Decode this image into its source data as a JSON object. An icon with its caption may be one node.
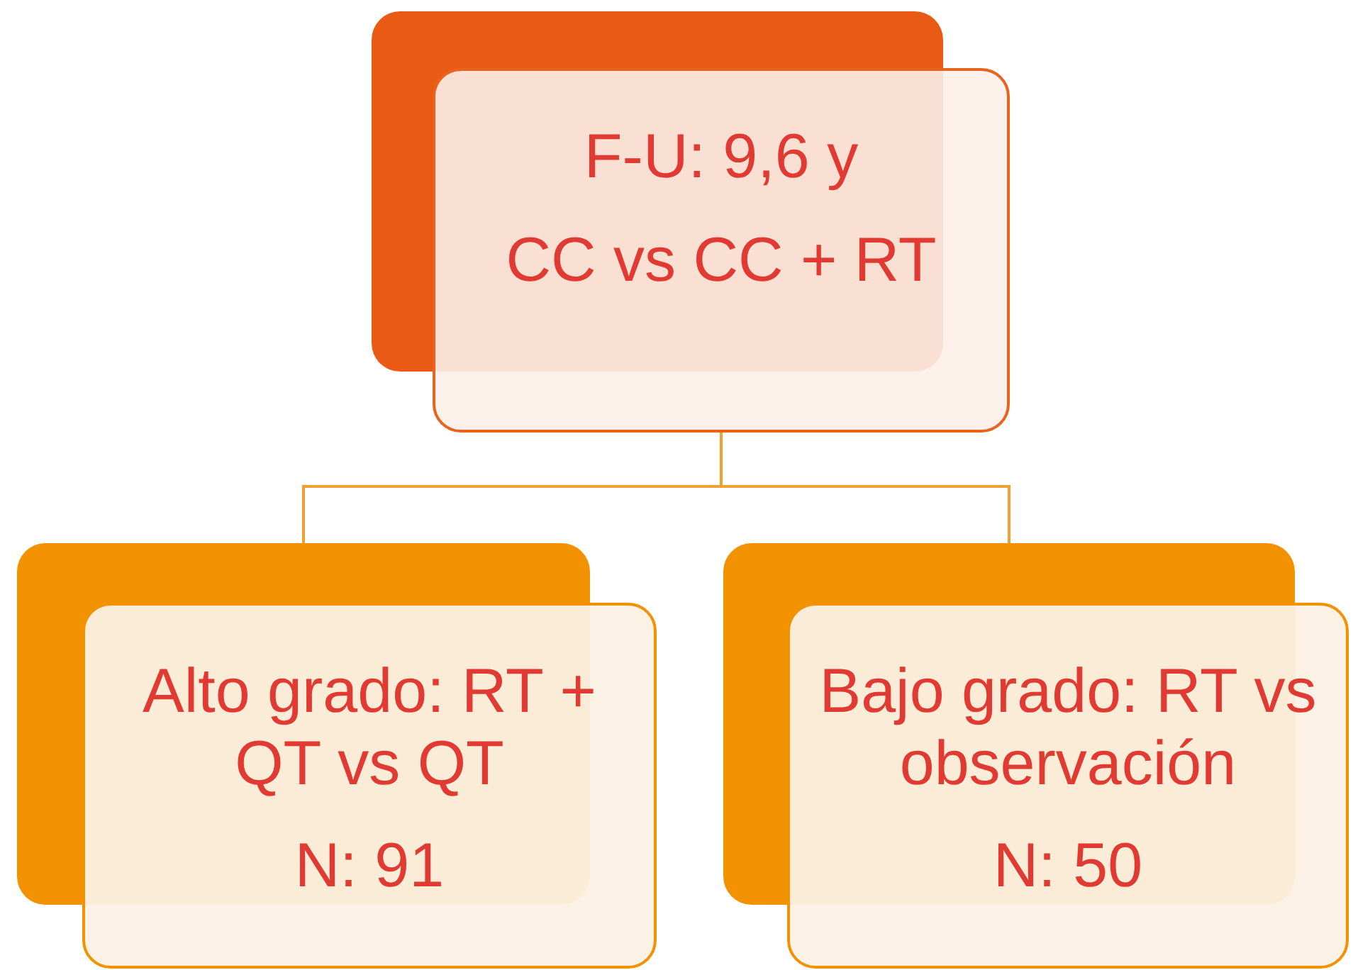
{
  "diagram": {
    "nodes": [
      {
        "text": [
          "F-U: 9,6 y",
          "CC vs CC + RT"
        ]
      },
      {
        "text": [
          "Alto grado: RT + QT vs QT",
          "N: 91"
        ]
      },
      {
        "text": [
          "Bajo grado: RT vs observación",
          "N: 50"
        ]
      }
    ],
    "edges": [
      {
        "from": 0,
        "to": 1,
        "arrow": "none"
      },
      {
        "from": 0,
        "to": 2,
        "arrow": "none"
      }
    ]
  }
}
